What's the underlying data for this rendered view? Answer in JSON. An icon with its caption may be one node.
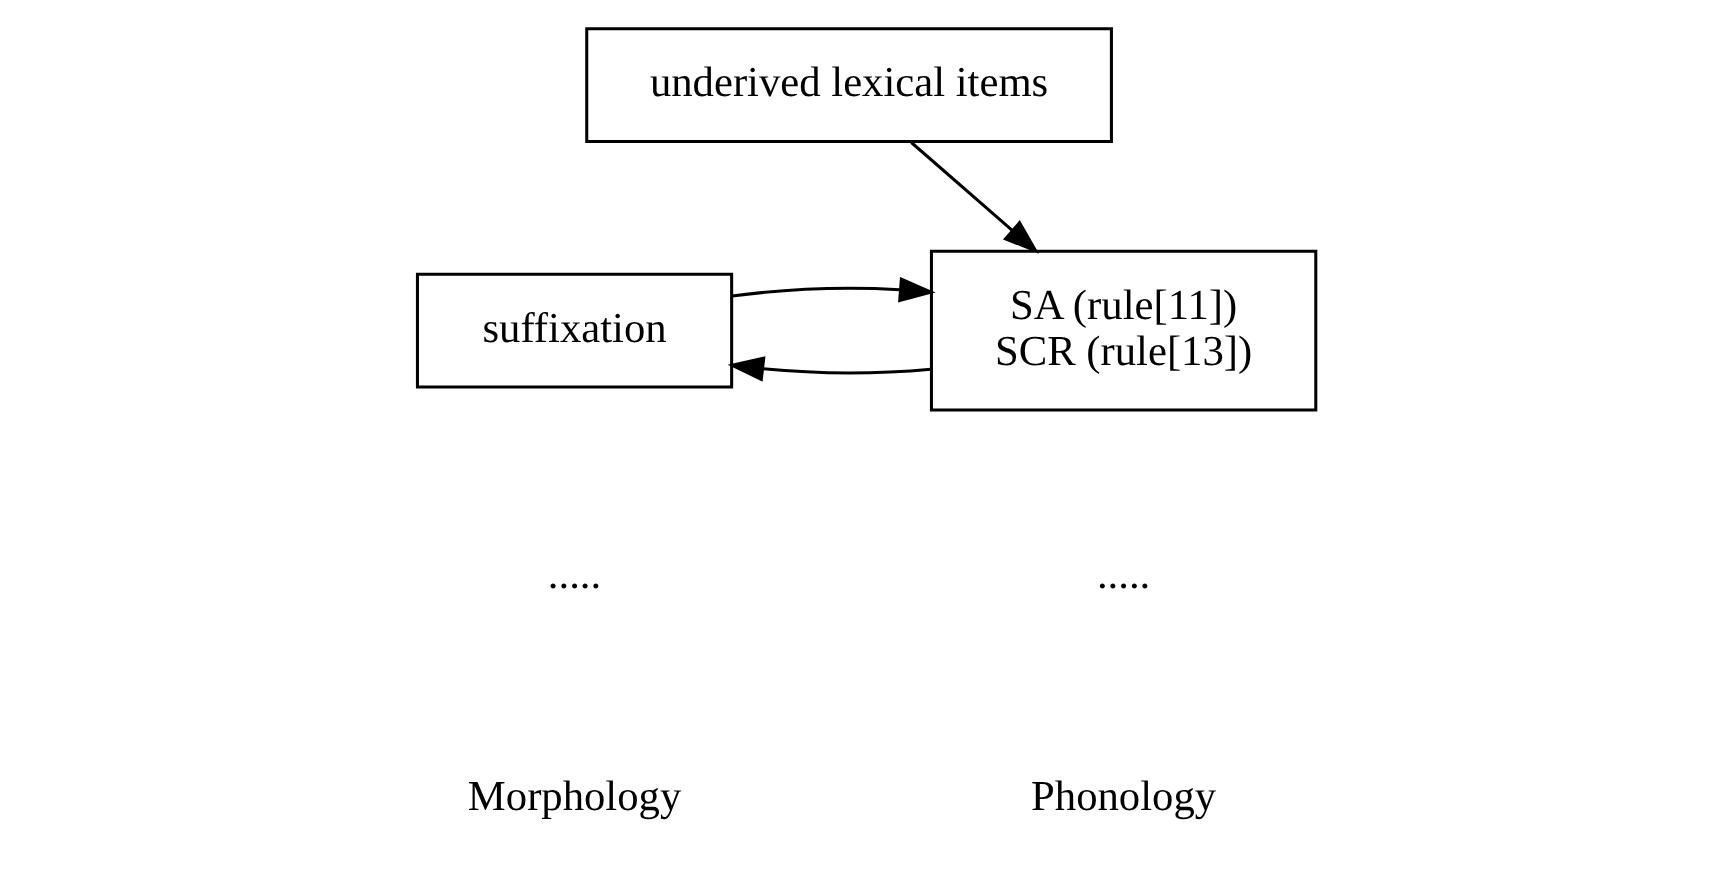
{
  "diagram": {
    "nodes": [
      {
        "text": [
          "underived lexical items"
        ]
      },
      {
        "text": [
          "suffixation"
        ]
      },
      {
        "text": [
          "SA (rule[11])",
          "SCR (rule[13])"
        ]
      }
    ],
    "edges": [
      {
        "from": 0,
        "to": 2,
        "arrow": "to"
      },
      {
        "from": 2,
        "to": 1,
        "arrow": "to"
      },
      {
        "from": 1,
        "to": 2,
        "arrow": "to"
      }
    ],
    "labels": [
      ".....",
      ".....",
      "Morphology",
      "Phonology"
    ]
  }
}
